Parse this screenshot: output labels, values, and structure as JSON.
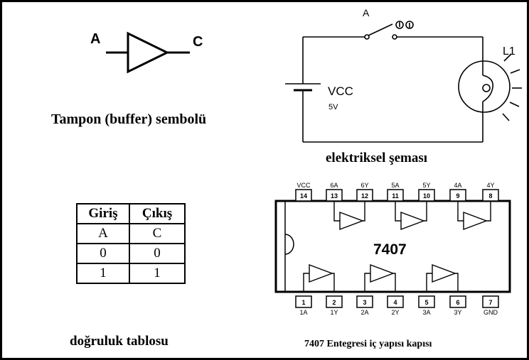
{
  "buffer_symbol": {
    "input_label": "A",
    "output_label": "C",
    "caption": "Tampon (buffer) sembolü"
  },
  "circuit": {
    "switch_label": "A",
    "source_label": "VCC",
    "source_voltage": "5V",
    "lamp_label": "L1",
    "caption": "elektriksel  şeması"
  },
  "truth_table": {
    "headers": [
      "Giriş",
      "Çıkış"
    ],
    "rows": [
      [
        "A",
        "C"
      ],
      [
        "0",
        "0"
      ],
      [
        "1",
        "1"
      ]
    ],
    "caption": "doğruluk tablosu"
  },
  "ic": {
    "part_number": "7407",
    "top_pins": [
      {
        "num": "14",
        "name": "VCC"
      },
      {
        "num": "13",
        "name": "6A"
      },
      {
        "num": "12",
        "name": "6Y"
      },
      {
        "num": "11",
        "name": "5A"
      },
      {
        "num": "10",
        "name": "5Y"
      },
      {
        "num": "9",
        "name": "4A"
      },
      {
        "num": "8",
        "name": "4Y"
      }
    ],
    "bottom_pins": [
      {
        "num": "1",
        "name": "1A"
      },
      {
        "num": "2",
        "name": "1Y"
      },
      {
        "num": "3",
        "name": "2A"
      },
      {
        "num": "4",
        "name": "2Y"
      },
      {
        "num": "5",
        "name": "3A"
      },
      {
        "num": "6",
        "name": "3Y"
      },
      {
        "num": "7",
        "name": "GND"
      }
    ],
    "caption": "7407 Entegresi  iç yapısı kapısı"
  }
}
